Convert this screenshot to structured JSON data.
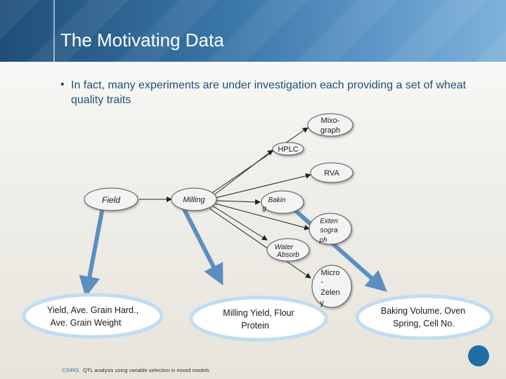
{
  "slide": {
    "title": "The Motivating Data",
    "bullet": "In fact, many experiments are under investigation each providing a set of wheat quality traits",
    "footer_logo": "CSIRO.",
    "footer_text": "QTL analysis using variable selection in mixed models"
  },
  "nodes": {
    "field": "Field",
    "milling": "Milling",
    "mixograph": [
      "Mixo-",
      "graph"
    ],
    "hplc": "HPLC",
    "rva": "RVA",
    "baking": [
      "Bakin",
      "g"
    ],
    "extensograph": [
      "Exten",
      "sogra",
      "ph"
    ],
    "water_absorb": [
      "Water",
      "Absorb"
    ],
    "micro_zeleny": [
      "Micro",
      "-",
      "Zelen",
      "y"
    ]
  },
  "outcomes": {
    "field_traits": [
      "Yield, Ave. Grain Hard.,",
      "Ave. Grain Weight"
    ],
    "milling_traits": [
      "Milling Yield, Flour",
      "Protein"
    ],
    "baking_traits": [
      "Baking Volume, Oven",
      "Spring, Cell No."
    ]
  },
  "colors": {
    "title_blue": "#1f4f79",
    "arrow_blue": "#5b8fc0",
    "node_outline": "#3a3a3a"
  }
}
